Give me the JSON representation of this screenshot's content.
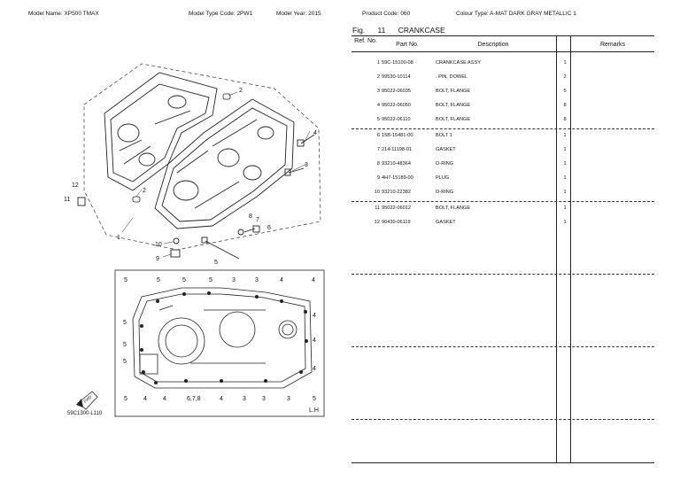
{
  "header": {
    "model_name": "Model Name:  XP500 TMAX",
    "model_type": "Model Type Code:  2PW1",
    "model_year": "Model Year:  2015",
    "product_code": "Product Code:  060",
    "colour_type": "Colour Type:  A-MAT DARK GRAY METALLIC 1"
  },
  "figure": {
    "label": "Fig.",
    "number": "11",
    "title": "CRANKCASE"
  },
  "drawing": {
    "caption": "59C1300-L110",
    "side_label": "L.H",
    "front_label": "FWD",
    "callouts_top": [
      "1",
      "2",
      "2",
      "3",
      "4",
      "5",
      "6",
      "7",
      "8",
      "9",
      "10",
      "11",
      "12"
    ],
    "callouts_inset_top": [
      "5",
      "5",
      "5",
      "5",
      "3",
      "3",
      "4",
      "4"
    ],
    "callouts_inset_left": [
      "5",
      "5",
      "5"
    ],
    "callouts_inset_right": [
      "4",
      "4",
      "4"
    ],
    "callouts_inset_bottom": [
      "5",
      "4",
      "4",
      "6,7,8",
      "4",
      "3",
      "3",
      "3",
      "5"
    ]
  },
  "table": {
    "headers": {
      "ref": "Ref. No.",
      "part": "Part No.",
      "desc": "Description",
      "remarks": "Remarks"
    },
    "rows": [
      {
        "ref": "1",
        "part": "59C-15100-08",
        "desc": "CRANKCASE ASSY",
        "qty": "1"
      },
      {
        "ref": "2",
        "part": "99530-10114",
        "desc": ". PIN, DOWEL",
        "qty": "2"
      },
      {
        "ref": "3",
        "part": "95022-06035",
        "desc": "BOLT, FLANGE",
        "qty": "5"
      },
      {
        "ref": "4",
        "part": "95022-06050",
        "desc": "BOLT, FLANGE",
        "qty": "8"
      },
      {
        "ref": "5",
        "part": "95022-06110",
        "desc": "BOLT, FLANGE",
        "qty": "8"
      },
      {
        "ref": "6",
        "part": "15B-15481-00",
        "desc": "BOLT 1",
        "qty": "1"
      },
      {
        "ref": "7",
        "part": "214-11198-01",
        "desc": "GASKET",
        "qty": "1"
      },
      {
        "ref": "8",
        "part": "93210-48364",
        "desc": "O-RING",
        "qty": "1"
      },
      {
        "ref": "9",
        "part": "4H7-15189-00",
        "desc": "PLUG",
        "qty": "1"
      },
      {
        "ref": "10",
        "part": "93210-22382",
        "desc": "O-RING",
        "qty": "1"
      },
      {
        "ref": "11",
        "part": "95022-06012",
        "desc": "BOLT, FLANGE",
        "qty": "1"
      },
      {
        "ref": "12",
        "part": "90430-06119",
        "desc": "GASKET",
        "qty": "1"
      }
    ]
  }
}
